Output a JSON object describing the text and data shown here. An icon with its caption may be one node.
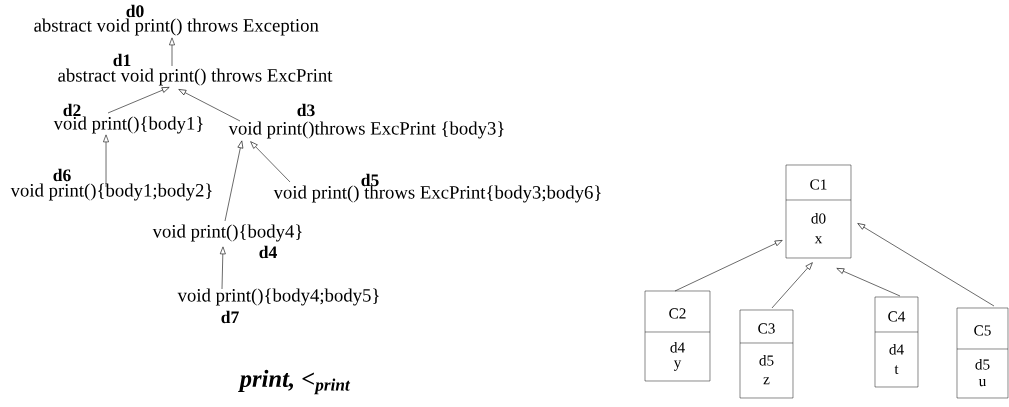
{
  "diagram": {
    "caption": "print, <$_{print}$",
    "nodes": [
      {
        "text": [
          "d0",
          "abstract void print() throws Exception"
        ]
      },
      {
        "text": [
          "d1",
          "abstract void print() throws ExcPrint"
        ]
      },
      {
        "text": [
          "d2",
          "void print(){body1}"
        ]
      },
      {
        "text": [
          "d3",
          "void print()throws ExcPrint {body3}"
        ]
      },
      {
        "text": [
          "d6",
          "void print(){body1;body2}"
        ]
      },
      {
        "text": [
          "d5",
          "void print() throws ExcPrint{body3;body6}"
        ]
      },
      {
        "text": [
          "void print(){body4}",
          "d4"
        ]
      },
      {
        "text": [
          "void print(){body4;body5}",
          "d7"
        ]
      },
      {
        "text": [
          "C1",
          "d0",
          "x"
        ]
      },
      {
        "text": [
          "C2",
          "d4",
          "y"
        ]
      },
      {
        "text": [
          "C3",
          "d5",
          "z"
        ]
      },
      {
        "text": [
          "C4",
          "d4",
          "t"
        ]
      },
      {
        "text": [
          "C5",
          "d5",
          "u"
        ]
      }
    ],
    "edges": [
      {
        "from": 1,
        "to": 0,
        "arrow": "to"
      },
      {
        "from": 2,
        "to": 1,
        "arrow": "to"
      },
      {
        "from": 3,
        "to": 1,
        "arrow": "to"
      },
      {
        "from": 4,
        "to": 2,
        "arrow": "to"
      },
      {
        "from": 5,
        "to": 3,
        "arrow": "to"
      },
      {
        "from": 6,
        "to": 3,
        "arrow": "to"
      },
      {
        "from": 7,
        "to": 6,
        "arrow": "to"
      },
      {
        "from": 9,
        "to": 8,
        "arrow": "to"
      },
      {
        "from": 10,
        "to": 8,
        "arrow": "to"
      },
      {
        "from": 11,
        "to": 8,
        "arrow": "to"
      },
      {
        "from": 12,
        "to": 8,
        "arrow": "to"
      }
    ]
  }
}
